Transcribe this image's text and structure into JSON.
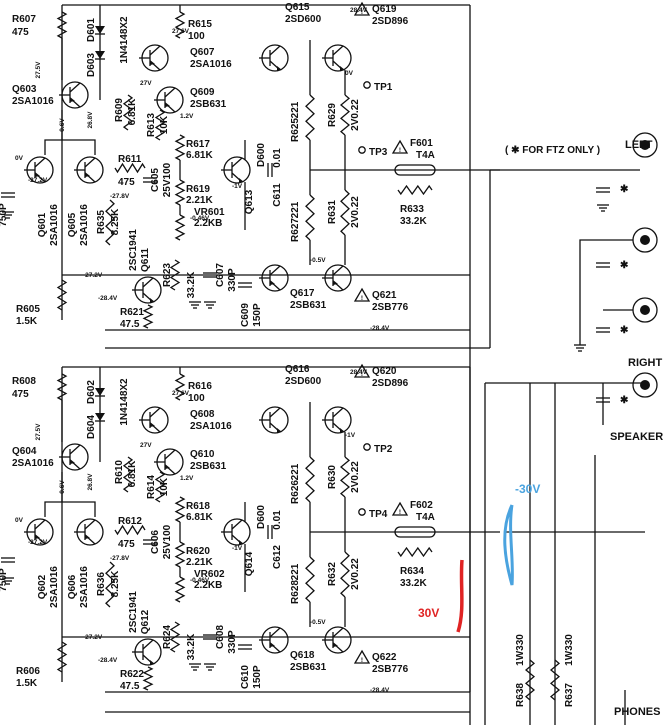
{
  "channels": [
    {
      "id": "left",
      "transistors": [
        {
          "ref": "Q607",
          "part": "2SA1016"
        },
        {
          "ref": "Q615",
          "part": "2SD600"
        },
        {
          "ref": "Q619",
          "part": "2SD896"
        },
        {
          "ref": "Q603",
          "part": "2SA1016"
        },
        {
          "ref": "Q609",
          "part": "2SB631"
        },
        {
          "ref": "Q613",
          "part": "D600"
        },
        {
          "ref": "Q611",
          "part": "2SC1941"
        },
        {
          "ref": "Q617",
          "part": "2SB631"
        },
        {
          "ref": "Q621",
          "part": "2SB776"
        },
        {
          "ref": "Q601",
          "part": "2SA1016"
        },
        {
          "ref": "Q605",
          "part": "2SA1016"
        }
      ],
      "resistors": [
        {
          "ref": "R607",
          "value": "475"
        },
        {
          "ref": "R615",
          "value": "100"
        },
        {
          "ref": "R609",
          "value": "6.81K"
        },
        {
          "ref": "R613",
          "value": "10K"
        },
        {
          "ref": "R617",
          "value": "6.81K"
        },
        {
          "ref": "R619",
          "value": "2.21K"
        },
        {
          "ref": "R611",
          "value": "475"
        },
        {
          "ref": "R635",
          "value": "8.25K"
        },
        {
          "ref": "R625",
          "value": "221"
        },
        {
          "ref": "R629",
          "value": "2V0.22"
        },
        {
          "ref": "R627",
          "value": "221"
        },
        {
          "ref": "R631",
          "value": "2V0.22"
        },
        {
          "ref": "R633",
          "value": "33.2K"
        },
        {
          "ref": "R623",
          "value": "33.2K"
        },
        {
          "ref": "R621",
          "value": "47.5"
        },
        {
          "ref": "R605",
          "value": "1.5K"
        }
      ],
      "vr": {
        "ref": "VR601",
        "value": "2.2KB"
      },
      "capacitors": [
        {
          "ref": "C605",
          "value": "25V100"
        },
        {
          "ref": "C611",
          "value": "0.01"
        },
        {
          "ref": "C607",
          "value": "330P"
        },
        {
          "ref": "C609",
          "value": "150P"
        }
      ],
      "diodes": [
        {
          "ref": "D601",
          "part": "1N4148X2"
        },
        {
          "ref": "D603",
          "part": ""
        }
      ],
      "fuse": {
        "ref": "F601",
        "rating": "T4A"
      },
      "testpoints": [
        "TP1",
        "TP3"
      ],
      "volts": [
        "27.5V",
        "26.8V",
        "0.6V",
        "28.4V",
        "27.6V",
        "27V",
        "1.2V",
        "0V",
        "-0.46V",
        "-1V",
        "-27.2V",
        "-28.4V",
        "-27.8V",
        "-0.5V",
        "-28.4V",
        "-27.2V",
        "0V"
      ]
    },
    {
      "id": "right",
      "transistors": [
        {
          "ref": "Q608",
          "part": "2SA1016"
        },
        {
          "ref": "Q616",
          "part": "2SD600"
        },
        {
          "ref": "Q620",
          "part": "2SD896"
        },
        {
          "ref": "Q604",
          "part": "2SA1016"
        },
        {
          "ref": "Q610",
          "part": "2SB631"
        },
        {
          "ref": "Q614",
          "part": "D600"
        },
        {
          "ref": "Q612",
          "part": "2SC1941"
        },
        {
          "ref": "Q618",
          "part": "2SB631"
        },
        {
          "ref": "Q622",
          "part": "2SB776"
        },
        {
          "ref": "Q602",
          "part": "2SA1016"
        },
        {
          "ref": "Q606",
          "part": "2SA1016"
        }
      ],
      "resistors": [
        {
          "ref": "R608",
          "value": "475"
        },
        {
          "ref": "R616",
          "value": "100"
        },
        {
          "ref": "R610",
          "value": "6.81K"
        },
        {
          "ref": "R614",
          "value": "10K"
        },
        {
          "ref": "R618",
          "value": "6.81K"
        },
        {
          "ref": "R620",
          "value": "2.21K"
        },
        {
          "ref": "R612",
          "value": "475"
        },
        {
          "ref": "R636",
          "value": "8.25K"
        },
        {
          "ref": "R626",
          "value": "221"
        },
        {
          "ref": "R630",
          "value": "2V0.22"
        },
        {
          "ref": "R628",
          "value": "221"
        },
        {
          "ref": "R632",
          "value": "2V0.22"
        },
        {
          "ref": "R634",
          "value": "33.2K"
        },
        {
          "ref": "R624",
          "value": "33.2K"
        },
        {
          "ref": "R622",
          "value": "47.5"
        },
        {
          "ref": "R606",
          "value": "1.5K"
        }
      ],
      "vr": {
        "ref": "VR602",
        "value": "2.2KB"
      },
      "capacitors": [
        {
          "ref": "C606",
          "value": "25V100"
        },
        {
          "ref": "C612",
          "value": "0.01"
        },
        {
          "ref": "C608",
          "value": "330P"
        },
        {
          "ref": "C610",
          "value": "150P"
        }
      ],
      "diodes": [
        {
          "ref": "D602",
          "part": "1N4148X2"
        },
        {
          "ref": "D604",
          "part": ""
        }
      ],
      "fuse": {
        "ref": "F602",
        "rating": "T4A"
      },
      "testpoints": [
        "TP2",
        "TP4"
      ],
      "volts": [
        "27.5V",
        "26.8V",
        "0.6V",
        "28.4V",
        "27.6V",
        "27V",
        "1.2V",
        "0V",
        "-0.46V",
        "-1V",
        "-27.2V",
        "-28.4V",
        "-27.8V",
        "-0.5V",
        "-28.4V",
        "-27.2V",
        "-1V"
      ]
    }
  ],
  "shared": {
    "input_cap": "750P",
    "power_resistors": [
      {
        "ref": "R638",
        "value": "1W330"
      },
      {
        "ref": "R637",
        "value": "1W330"
      }
    ],
    "jack_labels": {
      "left": "LEFT",
      "right": "RIGHT",
      "speaker": "SPEAKER",
      "phones": "PHONES"
    },
    "ftz_note": "( ✱ FOR FTZ ONLY )",
    "ftz_mark": "✱"
  },
  "annotations": {
    "neg": "-30V",
    "pos": "30V",
    "neg_color": "#4aa3df",
    "pos_color": "#e02424"
  }
}
